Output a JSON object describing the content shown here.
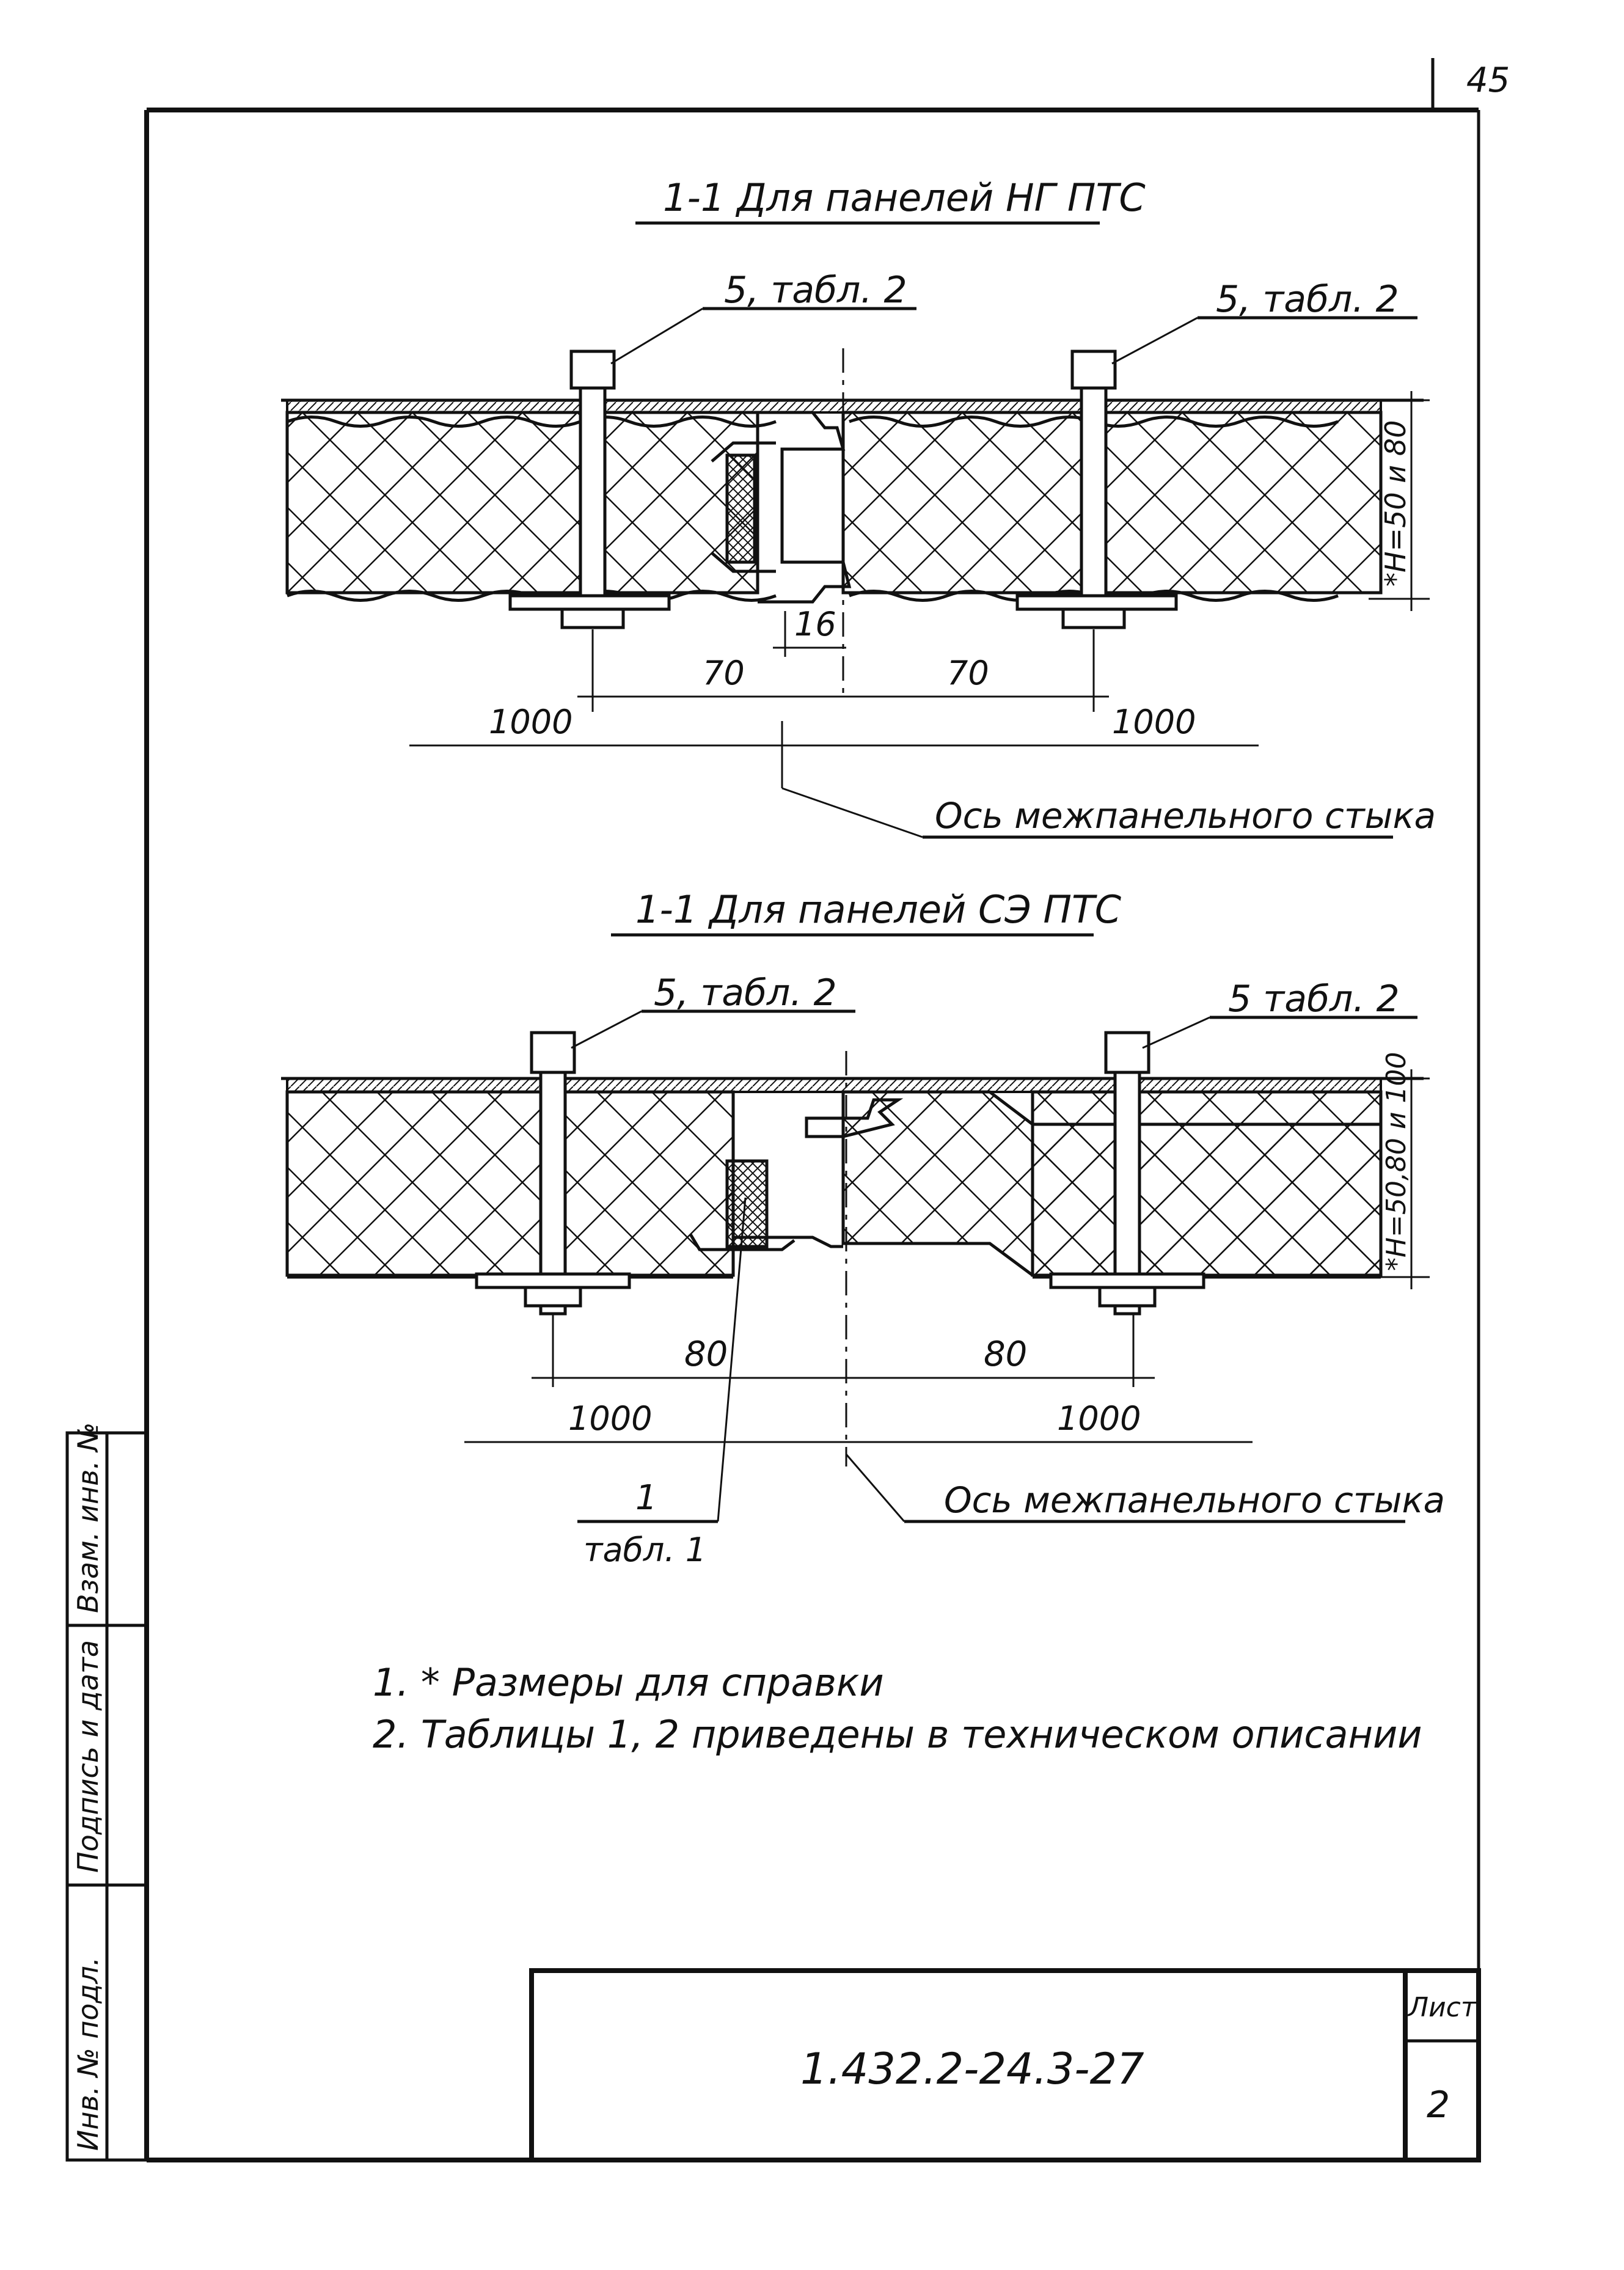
{
  "sheet_number_corner": "45",
  "section_a": {
    "title": "1-1 Для панелей НГ ПТС",
    "callout_left": "5, табл. 2",
    "callout_right": "5, табл. 2",
    "dim_joint_gap": "16",
    "dim_left_offset": "70",
    "dim_right_offset": "70",
    "dim_left_span": "1000",
    "dim_right_span": "1000",
    "dim_height": "*Н=50 и 80",
    "axis_label": "Ось межпанельного стыка"
  },
  "section_b": {
    "title": "1-1 Для панелей СЭ ПТС",
    "callout_left": "5, табл. 2",
    "callout_right": "5 табл. 2",
    "dim_left_offset": "80",
    "dim_right_offset": "80",
    "dim_left_span": "1000",
    "dim_right_span": "1000",
    "dim_height": "*Н=50,80 и 100",
    "seal_callout_number": "1",
    "seal_callout_table": "табл. 1",
    "axis_label": "Ось межпанельного стыка"
  },
  "notes": [
    "1. * Размеры для справки",
    "2. Таблицы 1, 2 приведены в техническом описании"
  ],
  "side_stamp": {
    "field_1": "Взам. инв. №",
    "field_2": "Подпись и дата",
    "field_3": "Инв. № подл."
  },
  "title_block": {
    "doc_code": "1.432.2-24.3-27",
    "sheet_label": "Лист",
    "sheet_value": "2"
  }
}
